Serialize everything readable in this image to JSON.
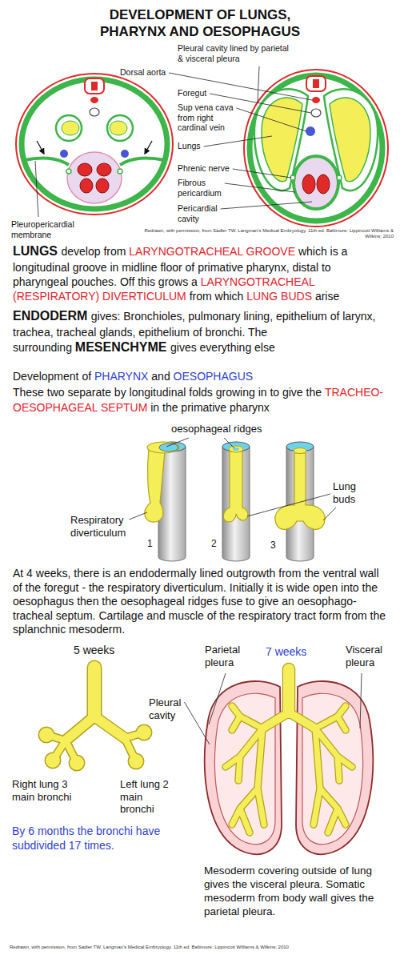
{
  "diagram": {
    "title": "DEVELOPMENT OF LUNGS, PHARYNX AND OESOPHAGUS",
    "labels": [
      "Pleural cavity lined by parietal & visceral pleura",
      "Dorsal aorta",
      "Foregut",
      "Sup vena cava from right cardinal vein",
      "Lungs",
      "Phrenic nerve",
      "Fibrous pericardium",
      "Pericardial cavity",
      "Pleuropericardial membrane",
      "Redrawn, with permission, from Sadler TW. Langman's Medical Embryology. 11th ed. Baltimore: Lippincott Williams & Wilkins; 2010",
      "LUNGS",
      "develop from",
      "LARYNGOTRACHEAL GROOVE",
      "which is a longitudinal groove in midline floor of primative pharynx, distal to pharyngeal pouches. Off this grows a",
      "LARYNGOTRACHEAL (RESPIRATORY) DIVERTICULUM",
      "from which",
      "LUNG BUDS",
      "arise",
      "ENDODERM",
      "gives: Bronchioles, pulmonary lining, epithelium of larynx, trachea, tracheal glands, epithelium of bronchi. The surrounding",
      "MESENCHYME",
      "gives everything else",
      "Development of",
      "PHARYNX",
      "and",
      "OESOPHAGUS",
      "These two separate by longitudinal folds growing in to give the",
      "TRACHEO-OESOPHAGEAL SEPTUM",
      "in the primative pharynx",
      "oesophageal ridges",
      "Respiratory diverticulum",
      "Lung buds",
      "1",
      "2",
      "3",
      "At 4 weeks, there is an endodermally lined outgrowth from the ventral wall of the foregut - the respiratory diverticulum. Initially it is wide open into the oesophagus then the oesophageal ridges fuse to give an oesophago-tracheal septum. Cartilage and muscle of the respiratory tract form from the splanchnic mesoderm.",
      "5 weeks",
      "Right lung 3 main bronchi",
      "Left lung 2 main bronchi",
      "By 6 months the bronchi have subdivided 17 times.",
      "7 weeks",
      "Parietal pleura",
      "Visceral pleura",
      "Pleural cavity",
      "Mesoderm covering outside of lung gives the visceral pleura. Somatic mesoderm from body wall gives the parietal pleura.",
      "Redrawn, with permission, from Sadler TW. Langman's Medical Embryology. 11th ed. Baltimore: Lippincott Williams & Wilkins; 2010"
    ]
  }
}
